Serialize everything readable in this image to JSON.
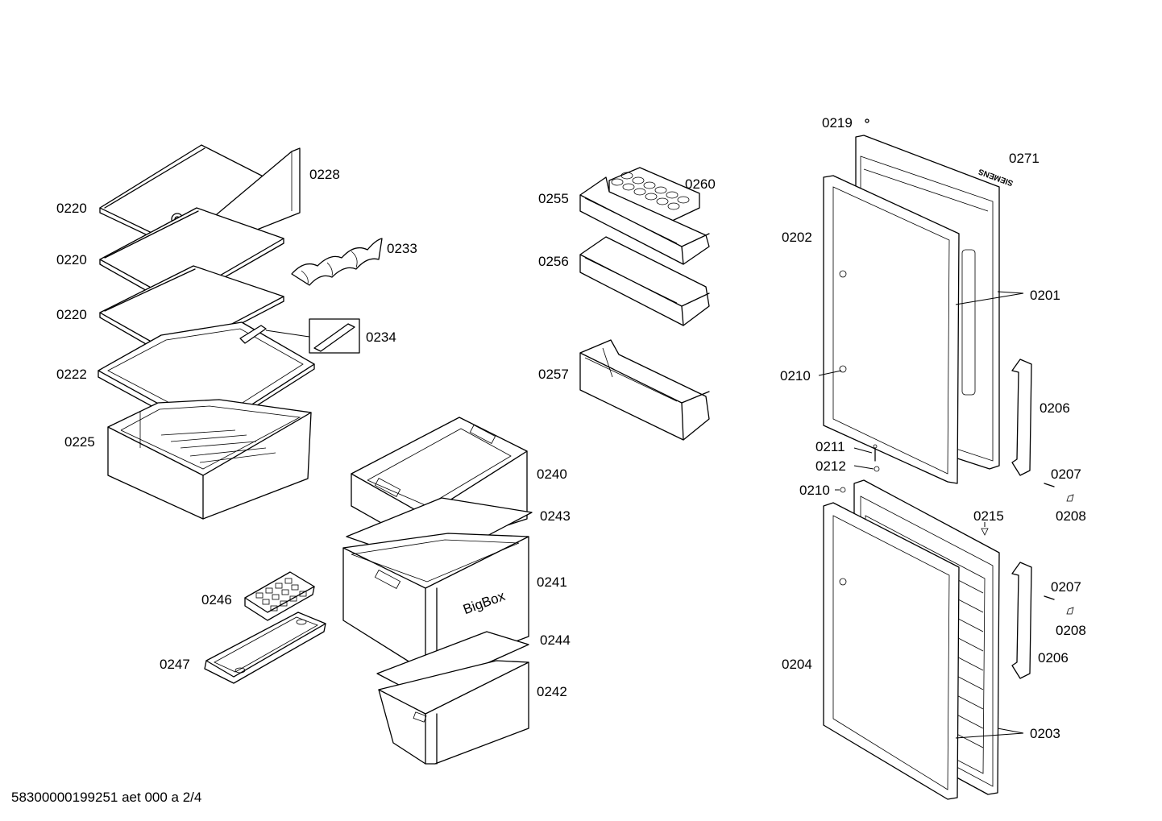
{
  "diagram": {
    "labels": {
      "l0220a": "0220",
      "l0220b": "0220",
      "l0220c": "0220",
      "l0222": "0222",
      "l0225": "0225",
      "l0228": "0228",
      "l0233": "0233",
      "l0234": "0234",
      "l0246": "0246",
      "l0247": "0247",
      "l0240": "0240",
      "l0243": "0243",
      "l0241": "0241",
      "l0244": "0244",
      "l0242": "0242",
      "l0255": "0255",
      "l0260": "0260",
      "l0256": "0256",
      "l0257": "0257",
      "l0219": "0219",
      "l0271": "0271",
      "l0202": "0202",
      "l0201": "0201",
      "l0210a": "0210",
      "l0206a": "0206",
      "l0211": "0211",
      "l0212": "0212",
      "l0207a": "0207",
      "l0210b": "0210",
      "l0215": "0215",
      "l0208a": "0208",
      "l0207b": "0207",
      "l0208b": "0208",
      "l0206b": "0206",
      "l0204": "0204",
      "l0203": "0203"
    },
    "brand_text": "SIEMENS",
    "drawer_logo": "BigBox"
  },
  "footer": {
    "doc_id": "58300000199251 aet 000 a 2/4"
  }
}
